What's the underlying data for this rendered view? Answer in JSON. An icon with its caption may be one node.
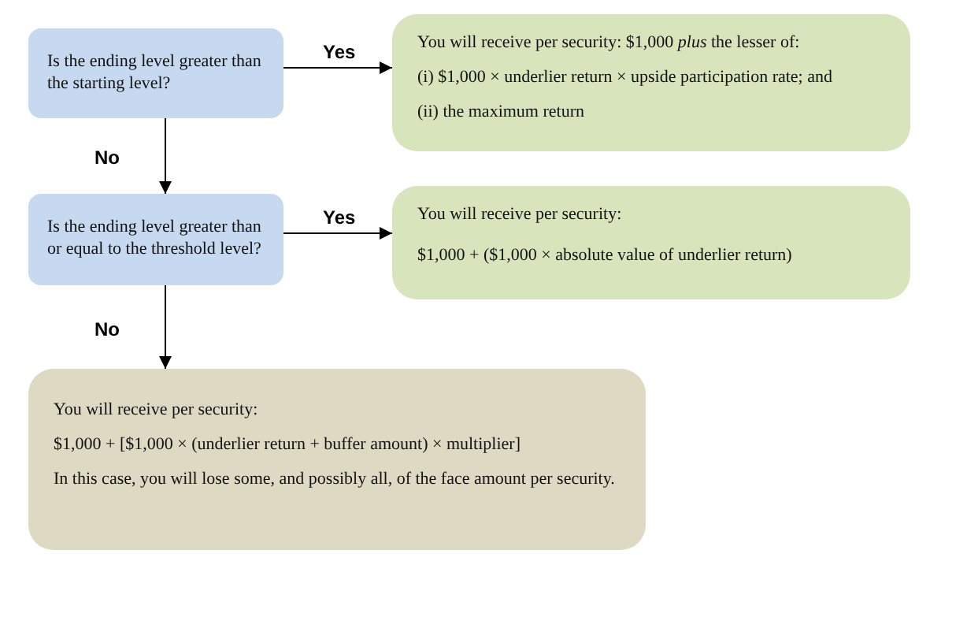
{
  "diagram": {
    "nodes": [
      {
        "text": [
          "Is the ending level greater than the starting level?"
        ]
      },
      {
        "text": [
          "You will receive per security: $1,000 *plus* the lesser of:",
          "(i) $1,000 × underlier return × upside participation rate; and",
          "(ii) the maximum return"
        ]
      },
      {
        "text": [
          "Is the ending level greater than or equal to the threshold level?"
        ]
      },
      {
        "text": [
          "You will receive per security:",
          "$1,000 + ($1,000 × absolute value of underlier return)"
        ]
      },
      {
        "text": [
          "You will receive per security:",
          "$1,000 + [$1,000 × (underlier return + buffer amount) × multiplier]",
          "In this case, you will lose some, and possibly all, of the face amount per security."
        ]
      }
    ],
    "edges": [
      {
        "from": 0,
        "to": 1,
        "arrow": "to",
        "label": "Yes"
      },
      {
        "from": 0,
        "to": 2,
        "arrow": "to",
        "label": "No"
      },
      {
        "from": 2,
        "to": 3,
        "arrow": "to",
        "label": "Yes"
      },
      {
        "from": 2,
        "to": 4,
        "arrow": "to",
        "label": "No"
      }
    ]
  }
}
